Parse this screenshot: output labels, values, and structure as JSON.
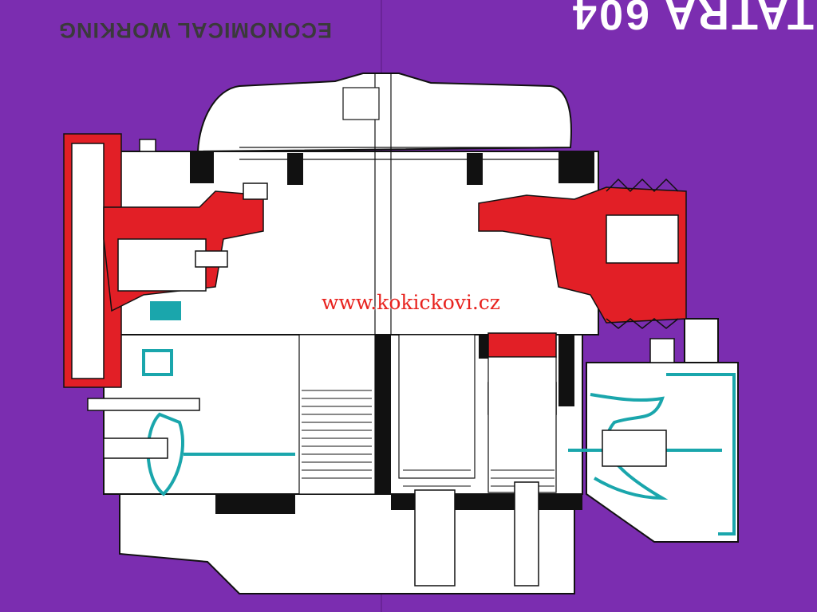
{
  "brochure": {
    "title_partial": "TATRA 604",
    "subtitle": "ECONOMICAL WORKING"
  },
  "watermark": {
    "text": "www.kokickovi.cz"
  },
  "colors": {
    "background": "#7b2db0",
    "highlight_red": "#e21f26",
    "highlight_teal": "#1aa6ac",
    "line": "#111111",
    "paper": "#ffffff"
  },
  "illustration": {
    "subject": "engine-cutaway-icon"
  }
}
